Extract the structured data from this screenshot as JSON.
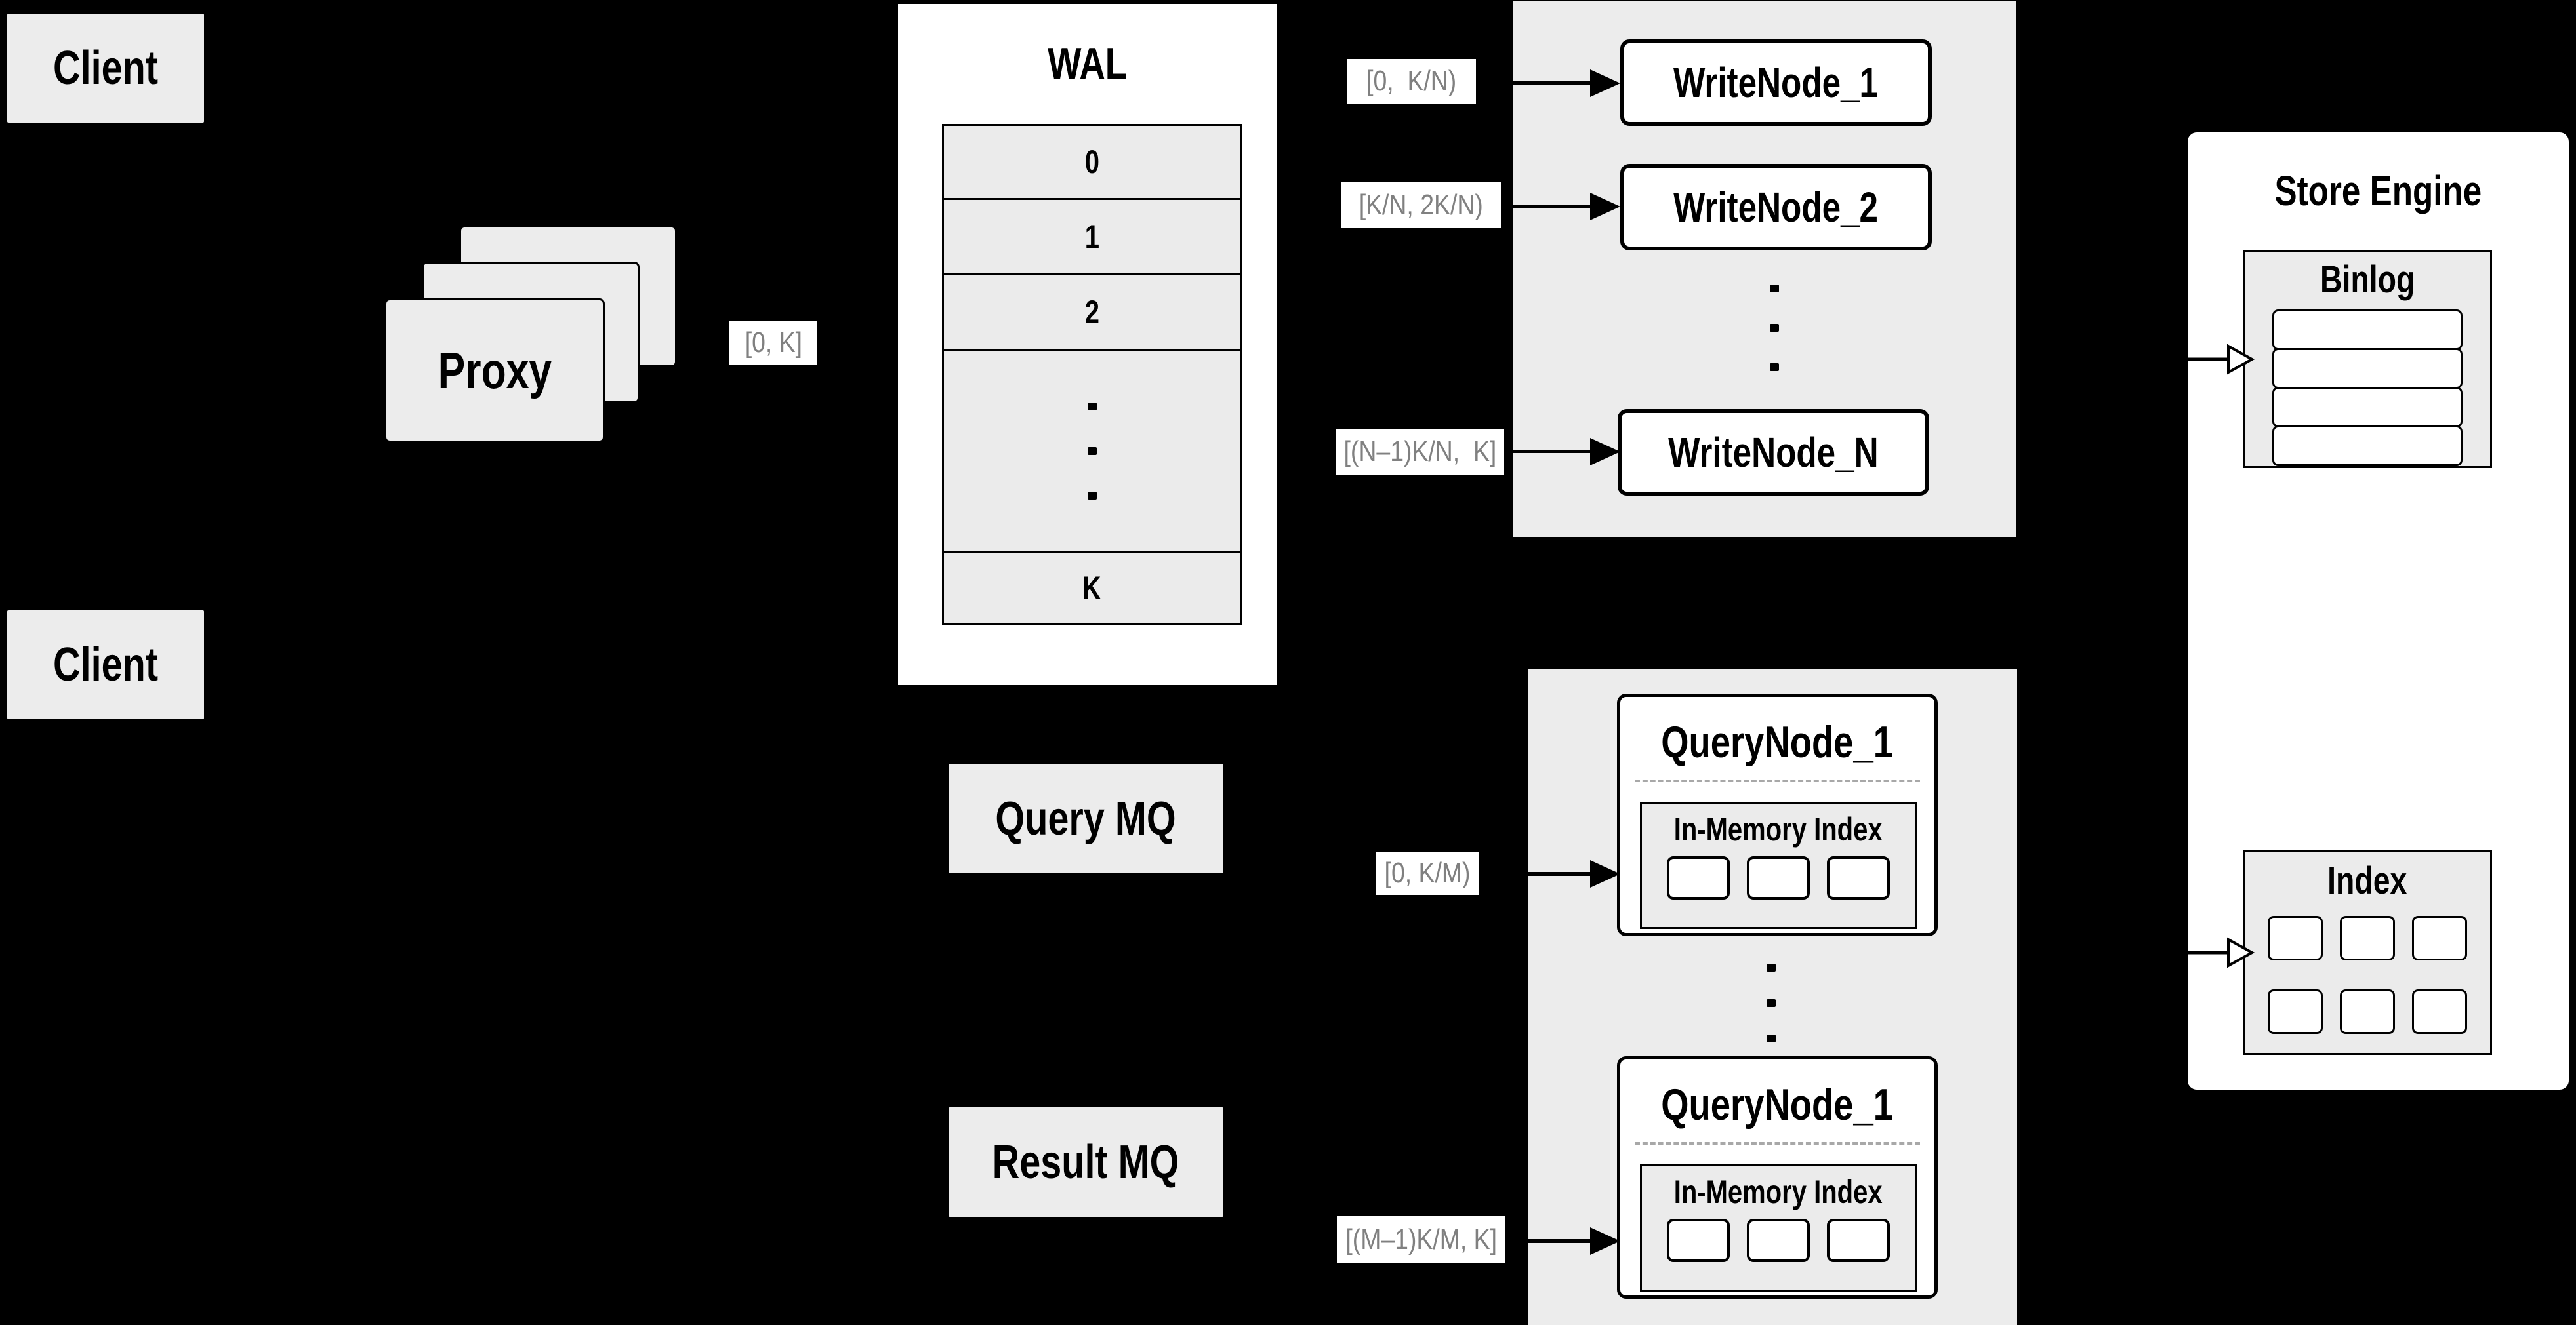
{
  "colors": {
    "background": "#000000",
    "panel_fill": "#ffffff",
    "gray_fill": "#ececec",
    "row_fill": "#ebebeb",
    "border": "#000000",
    "edge_label_text": "#808080",
    "dashed_divider": "#a8a8a8"
  },
  "clients": {
    "top_label": "Client",
    "bottom_label": "Client"
  },
  "proxy": {
    "label": "Proxy"
  },
  "edge_labels": {
    "proxy_to_wal": "[0, K]",
    "to_writenode_1": "[0,  K/N)",
    "to_writenode_2": "[K/N, 2K/N)",
    "to_writenode_n": "[(N–1)K/N,  K]",
    "to_querynode_1": "[0, K/M)",
    "to_querynode_m": "[(M–1)K/M, K]"
  },
  "wal": {
    "title": "WAL",
    "rows": [
      "0",
      "1",
      "2"
    ],
    "last_row": "K"
  },
  "write_nodes": {
    "items": [
      "WriteNode_1",
      "WriteNode_2",
      "WriteNode_N"
    ]
  },
  "store_engine": {
    "title": "Store Engine",
    "binlog": {
      "title": "Binlog"
    },
    "index": {
      "title": "Index"
    }
  },
  "message_queues": {
    "query_mq": "Query MQ",
    "result_mq": "Result MQ"
  },
  "query_nodes": {
    "node_top": {
      "title": "QueryNode_1",
      "inner_title": "In-Memory Index"
    },
    "node_bottom": {
      "title": "QueryNode_1",
      "inner_title": "In-Memory Index"
    }
  }
}
